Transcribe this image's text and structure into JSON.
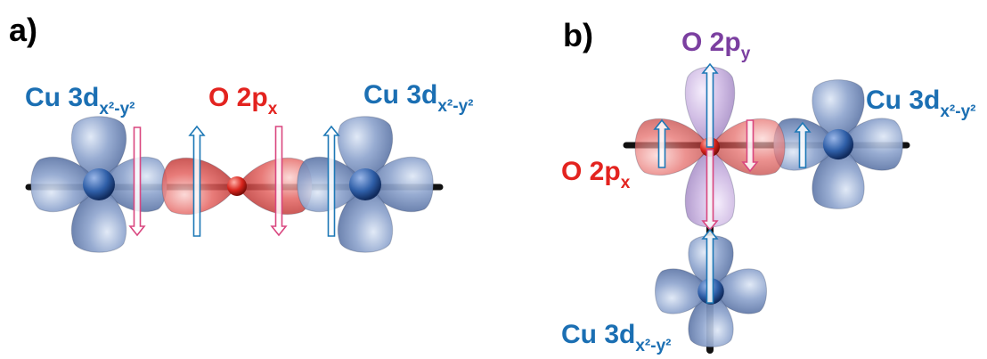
{
  "colors": {
    "cu": "#1b6fb3",
    "o": "#e3231f",
    "o_py": "#7b3fa0",
    "cu_lobe": "#7f97c4",
    "o_lobe": "#e46461",
    "py_lobe": "#c9b2e0",
    "spin_down": "#d9467f",
    "spin_up": "#1d78b6",
    "bond": "#111111"
  },
  "panels": [
    {
      "letter": "a)",
      "labels": {
        "cu_left": {
          "main": "Cu 3d",
          "sub": "x²-y²"
        },
        "o_px": {
          "main": "O 2p",
          "sub": "x"
        },
        "cu_right": {
          "main": "Cu 3d",
          "sub": "x²-y²"
        }
      }
    },
    {
      "letter": "b)",
      "labels": {
        "o_py": {
          "main": "O 2p",
          "sub": "y"
        },
        "cu_right": {
          "main": "Cu 3d",
          "sub": "x²-y²"
        },
        "o_px": {
          "main": "O 2p",
          "sub": "x"
        },
        "cu_bottom": {
          "main": "Cu 3d",
          "sub": "x²-y²"
        }
      }
    }
  ]
}
